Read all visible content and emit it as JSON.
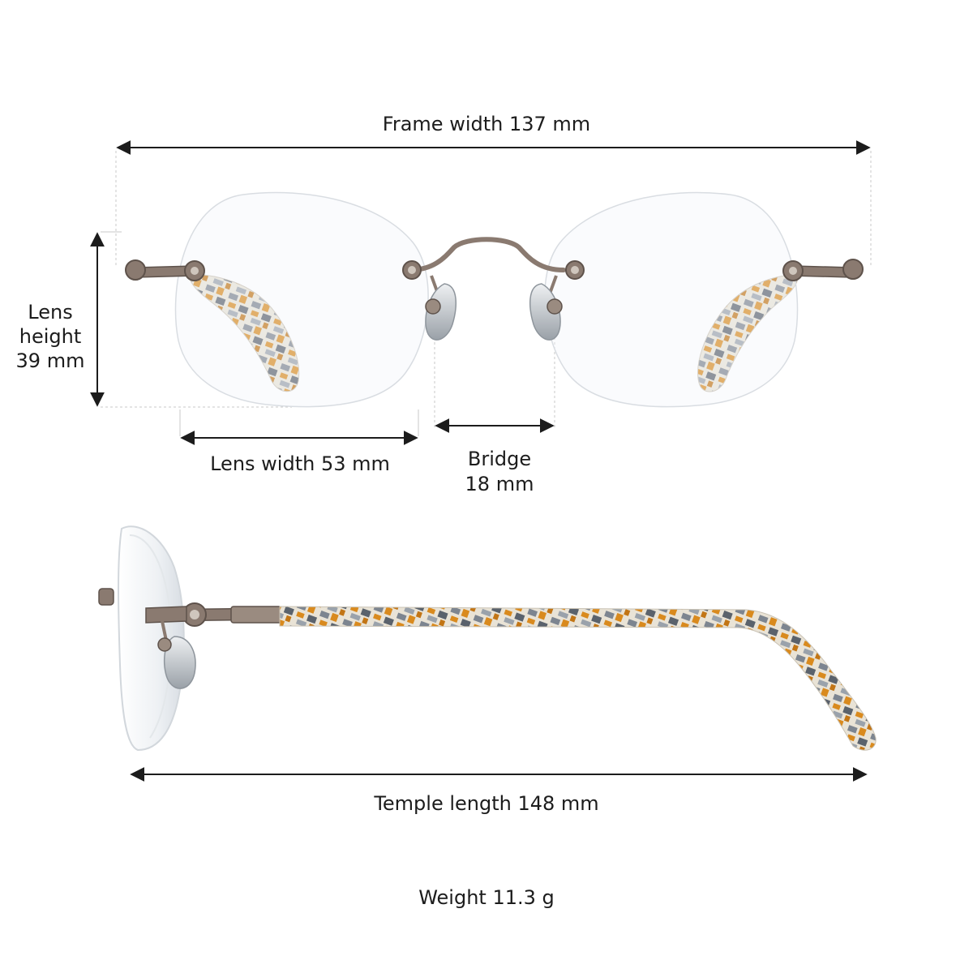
{
  "dimensions": {
    "frame_width": "Frame width 137 mm",
    "lens_height": [
      "Lens",
      "height",
      "39 mm"
    ],
    "lens_width": "Lens width 53 mm",
    "bridge": [
      "Bridge",
      "18 mm"
    ],
    "temple_length": "Temple length 148 mm",
    "weight": "Weight 11.3 g"
  },
  "colors": {
    "dimension_line": "#1c1c1c",
    "guide_line": "#c8c8c8",
    "metal": "#8a7a70",
    "metal_dark": "#5e524b",
    "tortoise_orange": "#d98a1e",
    "tortoise_gray": "#7d8590",
    "tortoise_cream": "#e9e3d6",
    "lens_outline": "#d9dde2",
    "nose_pad": "#b9bec4"
  },
  "icons": {
    "front_view": "eyeglasses-front-view",
    "side_view": "eyeglasses-side-view"
  }
}
